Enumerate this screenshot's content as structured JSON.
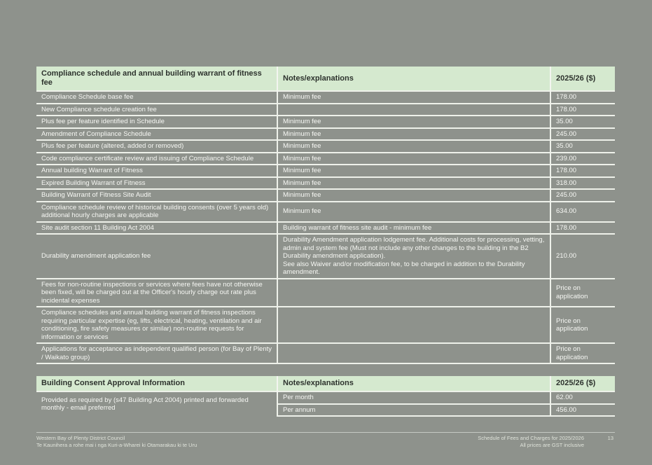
{
  "page": {
    "background_color": "#8e928c",
    "accent_green": "#d5e9cf"
  },
  "fees_table": {
    "title": "Compliance schedule and annual building warrant of fitness fee",
    "columns": {
      "notes": "Notes/explanations",
      "amount": "2025/26 ($)"
    },
    "rows": [
      {
        "label": "Compliance Schedule base fee",
        "note": "Minimum fee",
        "amount": "178.00"
      },
      {
        "label": "New Compliance schedule creation fee",
        "note": "",
        "amount": "178.00"
      },
      {
        "label": "Plus fee per feature identified in Schedule",
        "note": "Minimum fee",
        "amount": "35.00",
        "dashed": true
      },
      {
        "label": "Amendment of Compliance Schedule",
        "note": "Minimum fee",
        "amount": "245.00"
      },
      {
        "label": "Plus fee per feature (altered, added or removed)",
        "note": "Minimum fee",
        "amount": "35.00"
      },
      {
        "label": "Code compliance certificate review and issuing of Compliance Schedule",
        "note": "Minimum fee",
        "amount": "239.00"
      },
      {
        "label": "Annual building Warrant of Fitness",
        "note": "Minimum fee",
        "amount": "178.00"
      },
      {
        "label": "Expired Building Warrant of Fitness",
        "note": "Minimum fee",
        "amount": "318.00"
      },
      {
        "label": "Building Warrant of Fitness Site Audit",
        "note": "Minimum fee",
        "amount": "245.00"
      },
      {
        "label": "Compliance schedule review of historical building consents (over 5 years old) additional hourly charges are applicable",
        "note": "Minimum fee",
        "amount": "634.00",
        "dashed": true
      },
      {
        "label": "Site audit section 11 Building Act 2004",
        "note": "Building warrant of fitness site audit - minimum fee",
        "amount": "178.00"
      },
      {
        "label": "Durability amendment application fee",
        "note": "Durability Amendment application lodgement fee. Additional costs for processing, vetting, admin and system fee (Must not include any other changes to the building in the B2 Durability amendment application).\nSee also Waiver and/or modification fee, to be charged in addition to the Durability amendment.",
        "amount": "210.00"
      },
      {
        "label": "Fees for non-routine inspections or services where fees have not otherwise been fixed, will be charged out at the Officer's hourly charge out rate plus incidental expenses",
        "note": "",
        "amount": "Price on application"
      },
      {
        "label": "Compliance schedules and annual building warrant of fitness inspections requiring particular expertise (eg, lifts, electrical, heating, ventilation and air conditioning, fire safety measures or similar) non-routine requests for information or services",
        "note": "",
        "amount": "Price on application",
        "dashed": true
      },
      {
        "label": "Applications for acceptance as independent qualified person (for Bay of Plenty / Waikato group)",
        "note": "",
        "amount": "Price on application"
      }
    ]
  },
  "consent_table": {
    "title": "Building Consent Approval Information",
    "columns": {
      "notes": "Notes/explanations",
      "amount": "2025/26 ($)"
    },
    "service": "Provided as required by (s47 Building Act 2004) printed and forwarded monthly - email preferred",
    "rows": [
      {
        "note": "Per month",
        "amount": "62.00"
      },
      {
        "note": "Per annum",
        "amount": "456.00"
      }
    ]
  },
  "footer": {
    "council": "Western Bay of Plenty District Council",
    "maori_name": "Te Kaunihera a rohe mai i nga Kuri-a-Wharei ki Otamarakau ki te Uru",
    "doc_title": "Schedule of Fees and Charges for 2025/2026",
    "gst_note": "All prices are GST inclusive",
    "page_number": "13"
  }
}
